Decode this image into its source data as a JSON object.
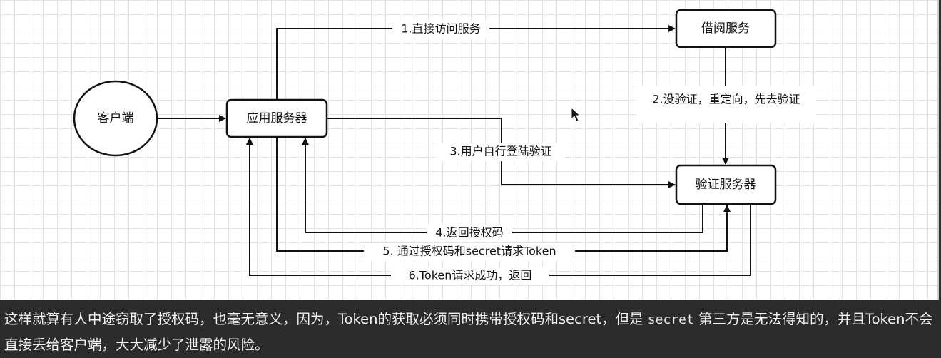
{
  "nodes": {
    "client": "客户端",
    "app_server": "应用服务器",
    "borrow_service": "借阅服务",
    "auth_server": "验证服务器"
  },
  "edges": {
    "e1": "1.直接访问服务",
    "e2": "2.没验证，重定向，先去验证",
    "e3": "3.用户自行登陆验证",
    "e4": "4.返回授权码",
    "e5": "5. 通过授权码和secret请求Token",
    "e6": "6.Token请求成功，返回"
  },
  "caption": {
    "part1": "这样就算有人中途窃取了授权码，也毫无意义，因为，Token的获取必须同时携带授权码和secret，但是 ",
    "code": "secret",
    "part2": " 第三方是无法得知的，并且Token不会直接丢给客户端，大大减少了泄露的风险。"
  }
}
